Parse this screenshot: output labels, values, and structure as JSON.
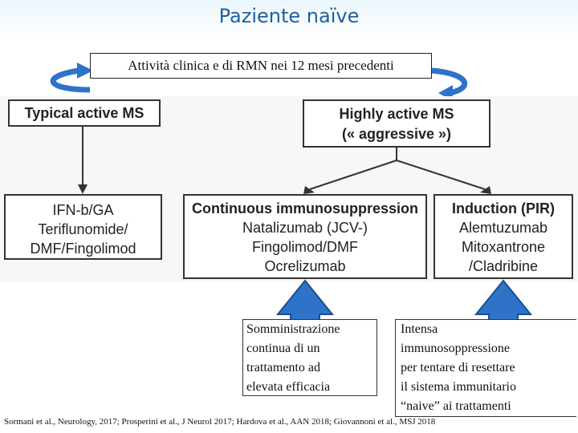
{
  "header": {
    "title": "Paziente naïve",
    "subtitle": "Attività clinica e di RMN nei 12 mesi precedenti"
  },
  "categories": {
    "typical": {
      "label": "Typical active MS"
    },
    "highly": {
      "label": "Highly active MS",
      "sublabel": "(« aggressive »)"
    }
  },
  "treatments": {
    "typical": [
      "IFN-b/GA",
      "Teriflunomide/",
      "DMF/Fingolimod"
    ],
    "continuous": {
      "heading": "Continuous immunosuppression",
      "items": [
        "Natalizumab (JCV-)",
        "Fingolimod/DMF",
        "Ocrelizumab"
      ]
    },
    "induction": {
      "heading": "Induction (PIR)",
      "items": [
        "Alemtuzumab",
        "Mitoxantrone",
        "/Cladribine"
      ]
    }
  },
  "notes": {
    "continuous": [
      "Somministrazione",
      "continua di un",
      "trattamento ad",
      "elevata efficacia"
    ],
    "induction": [
      "Intensa",
      "immunosoppressione",
      "per tentare di resettare",
      "il sistema immunitario",
      "“naive” ai trattamenti"
    ]
  },
  "footer": {
    "references": "Sormani et al., Neurology, 2017; Prosperini et al., J Neurol 2017; Hardova et al., AAN 2018; Giovannoni et al., MSJ 2018"
  },
  "colors": {
    "title": "#1f5f9e",
    "arrow_blue": "#2e73c8",
    "arrow_outline": "#1b4f8f"
  }
}
